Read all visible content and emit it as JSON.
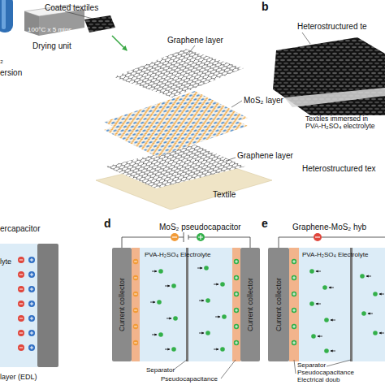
{
  "diagram": {
    "nodes": [
      {
        "text": [
          "Current collector"
        ]
      },
      {
        "text": [
          "Current collector"
        ]
      },
      {
        "text": [
          "Current collector"
        ]
      }
    ],
    "labels": [
      "Coated textiles",
      "100°C x 5 mins",
      "Drying unit",
      "₂",
      "ersion",
      "Graphene layer",
      "MoS₂ layer",
      "Graphene layer",
      "Textile",
      "b",
      "Heterostructured te",
      "Textiles immersed in PVA-H₂SO₄ electrolyte",
      "Heterostructured tex",
      "ercapacitor",
      "lyte",
      "layer (EDL)",
      "d",
      "MoS₂ pseudocapacitor",
      "PVA-H₂SO₄ Electrolyte",
      "Separator",
      "Pseudocapacitance",
      "e",
      "Graphene-MoS₂ hyb",
      "PVA-H₂SO₄ Electrolyte",
      "Separator",
      "Pseudocapacitance",
      "Electrical doub"
    ]
  }
}
